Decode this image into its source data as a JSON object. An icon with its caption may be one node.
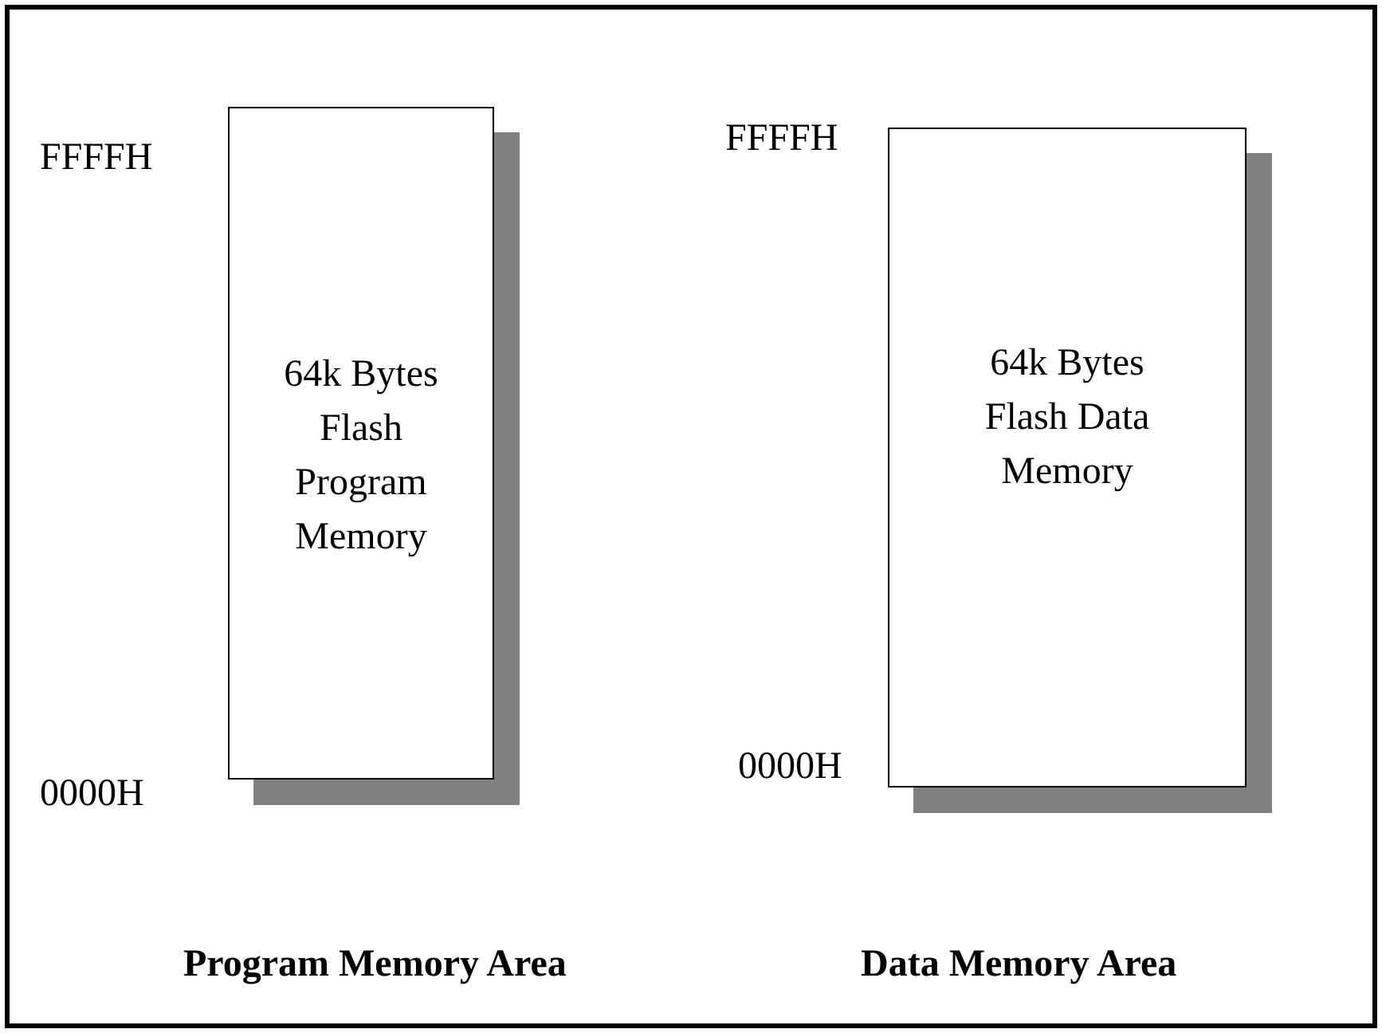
{
  "diagram": {
    "nodes": [
      {
        "text": [
          "64k Bytes Flash Program Memory"
        ],
        "beside": [
          "FFFFH",
          "0000H"
        ]
      },
      {
        "text": [
          "64k Bytes Flash Data Memory"
        ],
        "beside": [
          "FFFFH",
          "0000H"
        ]
      }
    ],
    "edges": [],
    "labels": [
      "Program Memory Area",
      "Data Memory Area"
    ]
  }
}
